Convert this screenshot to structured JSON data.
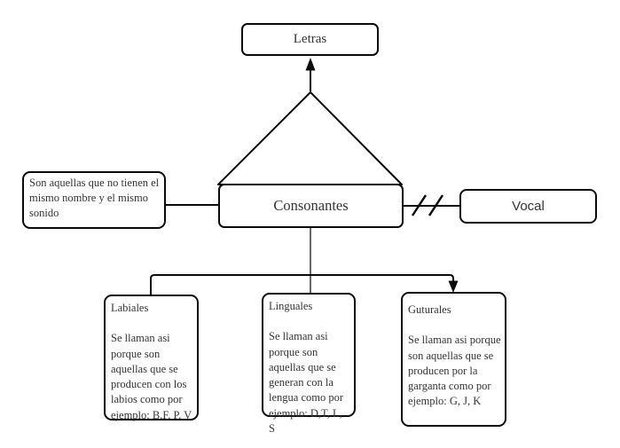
{
  "diagram": {
    "background": "#ffffff",
    "colors": {
      "border": "#0a0a0a",
      "text": "#333333",
      "stem_gray": "#666666"
    },
    "nodes": {
      "letras": {
        "label": "Letras"
      },
      "consonantes": {
        "label": "Consonantes"
      },
      "vocal": {
        "label": "Vocal"
      },
      "note": {
        "text": "Son aquellas que no tienen el\nmismo nombre y el mismo\nsonido"
      },
      "labiales": {
        "title": "Labiales",
        "body": "Se llaman asi\nporque son\naquellas que se\nproducen con los\nlabios como por\nejemplo: B,F, P, V"
      },
      "linguales": {
        "title": "Linguales",
        "body": "Se llaman asi\nporque son\naquellas que se\ngeneran con la\nlengua como por\nejemplo: D,T, L, S"
      },
      "guturales": {
        "title": "Guturales",
        "body": "Se llaman asi porque\nson aquellas que se\nproducen por la\ngarganta como por\nejemplo: G, J, K"
      }
    }
  }
}
